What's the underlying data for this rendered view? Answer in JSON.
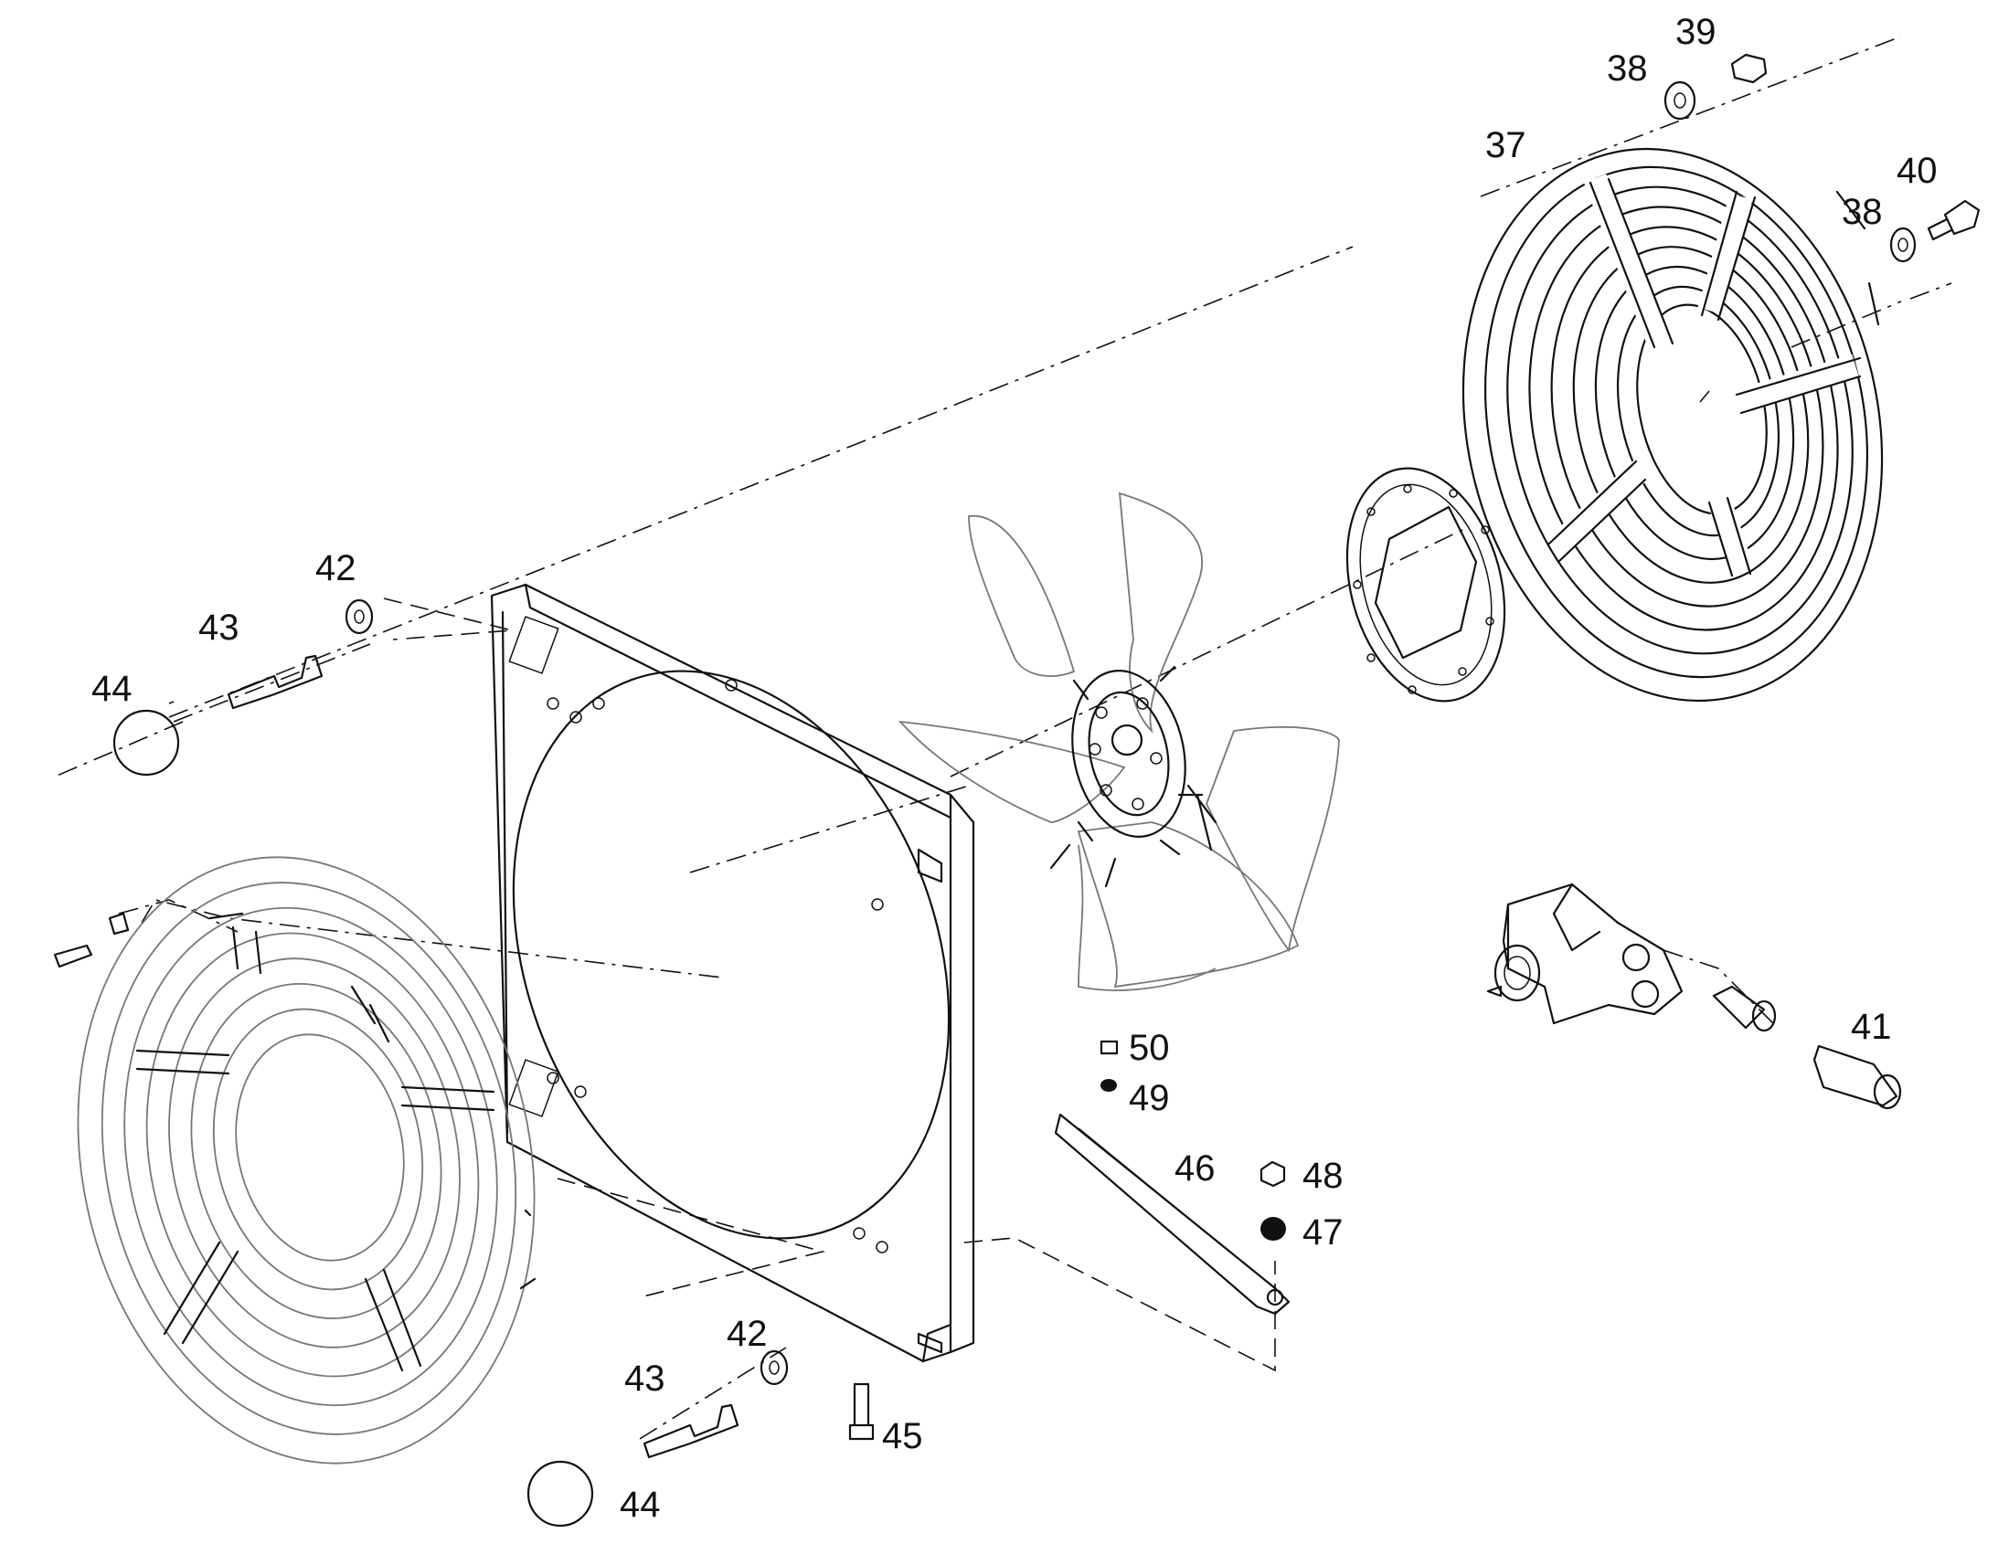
{
  "callouts": {
    "c37": "37",
    "c38a": "38",
    "c38b": "38",
    "c39": "39",
    "c40": "40",
    "c41": "41",
    "c42a": "42",
    "c42b": "42",
    "c43a": "43",
    "c43b": "43",
    "c44a": "44",
    "c44b": "44",
    "c45": "45",
    "c46": "46",
    "c47": "47",
    "c48": "48",
    "c49": "49",
    "c50": "50"
  }
}
